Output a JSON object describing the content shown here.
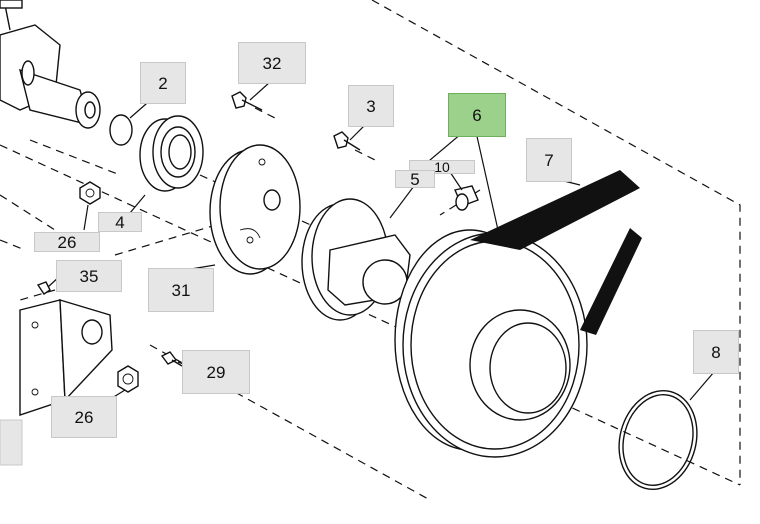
{
  "diagram": {
    "callouts": [
      {
        "id": "c2",
        "label": "2"
      },
      {
        "id": "c32",
        "label": "32"
      },
      {
        "id": "c3",
        "label": "3"
      },
      {
        "id": "c6",
        "label": "6",
        "highlight": true
      },
      {
        "id": "c7",
        "label": "7"
      },
      {
        "id": "c10",
        "label": "10"
      },
      {
        "id": "c5",
        "label": "5"
      },
      {
        "id": "c4",
        "label": "4"
      },
      {
        "id": "c26a",
        "label": "26"
      },
      {
        "id": "c31",
        "label": "31"
      },
      {
        "id": "c35",
        "label": "35"
      },
      {
        "id": "c29",
        "label": "29"
      },
      {
        "id": "c26b",
        "label": "26"
      },
      {
        "id": "c8",
        "label": "8"
      }
    ],
    "colors": {
      "callout_bg": "#e6e6e6",
      "highlight_bg": "#9bd18b",
      "line": "#111111"
    }
  }
}
